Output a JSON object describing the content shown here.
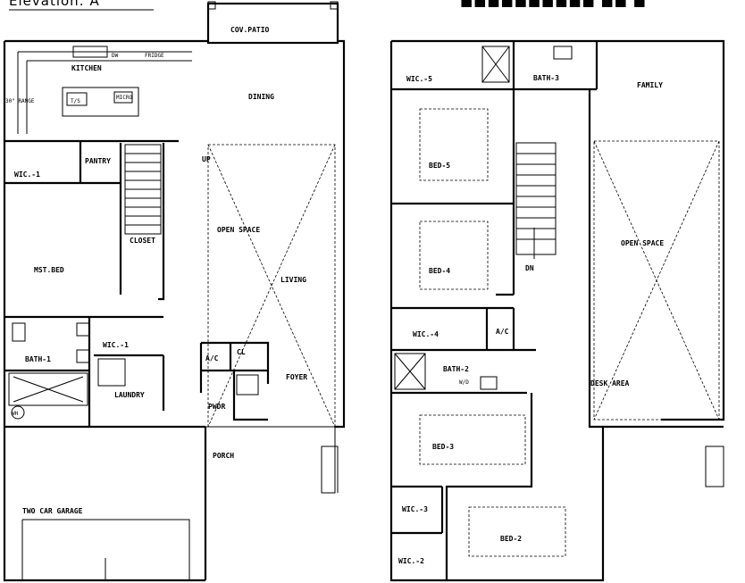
{
  "title": "Elevation:  A",
  "ground_floor": {
    "rooms": [
      "COV.PATIO",
      "KITCHEN",
      "DINING",
      "PANTRY",
      "UP",
      "WIC.-1",
      "CLOSET",
      "OPEN SPACE",
      "MST.BED",
      "LIVING",
      "WIC.-1",
      "BATH-1",
      "A/C",
      "CL",
      "FOYER",
      "LAUNDRY",
      "PWDR",
      "WH",
      "PORCH",
      "TWO CAR GARAGE"
    ],
    "fixtures": [
      "DW",
      "FRIDGE",
      "30\" RANGE",
      "T/S",
      "MICRO"
    ]
  },
  "upper_floor": {
    "rooms": [
      "WIC.-5",
      "BATH-3",
      "FAMILY",
      "BED-5",
      "BED-4",
      "DN",
      "OPEN SPACE",
      "WIC.-4",
      "A/C",
      "BATH-2",
      "DESK AREA",
      "BED-3",
      "WIC.-3",
      "BED-2",
      "WIC.-2"
    ],
    "fixtures": [
      "W/D"
    ]
  }
}
